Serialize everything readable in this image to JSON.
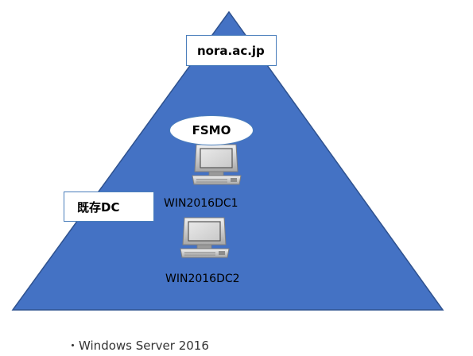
{
  "diagram": {
    "domain_label": "nora.ac.jp",
    "fsmo_label": "FSMO",
    "existing_dc_label": "既存DC",
    "hosts": [
      {
        "name": "WIN2016DC1",
        "icon": "computer-icon",
        "has_fsmo": true
      },
      {
        "name": "WIN2016DC2",
        "icon": "computer-icon",
        "has_fsmo": false
      }
    ]
  },
  "note": {
    "bullet": "・",
    "text": "Windows Server 2016"
  },
  "colors": {
    "triangle_fill": "#4472c4",
    "triangle_stroke": "#2f528f",
    "box_border": "#4a7ebb",
    "computer_gray": "#b3b3b3"
  }
}
